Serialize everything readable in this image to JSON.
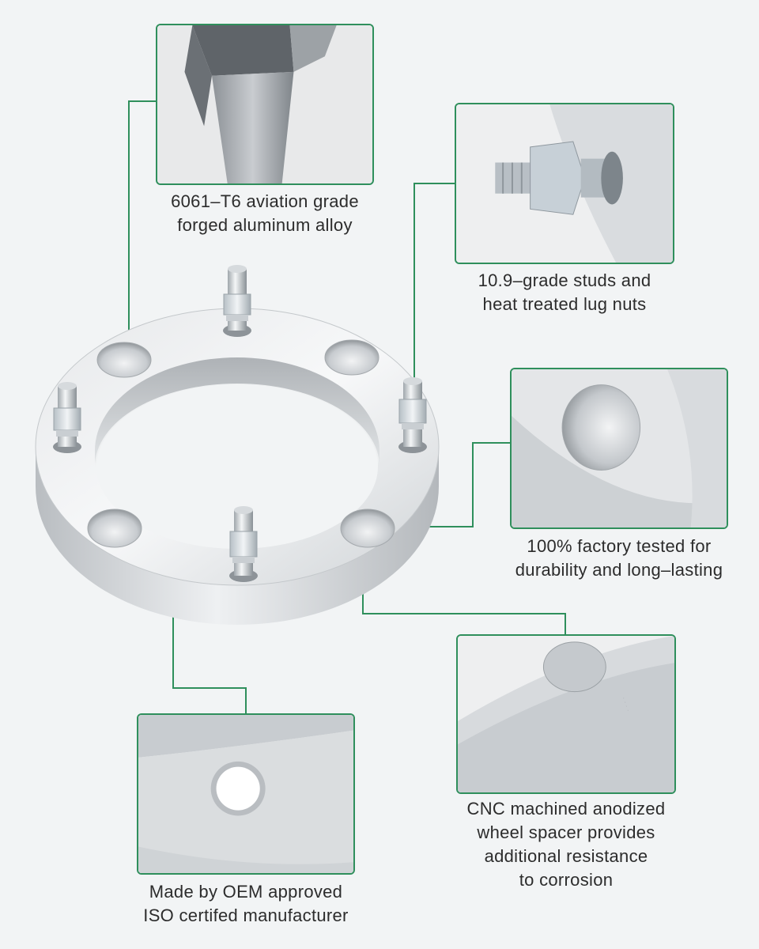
{
  "callouts": {
    "material": {
      "line1": "6061–T6 aviation grade",
      "line2": "forged aluminum alloy",
      "icon": "aluminum-block-closeup"
    },
    "studs": {
      "line1": "10.9–grade studs and",
      "line2": "heat treated lug nuts",
      "icon": "stud-and-lug-nut-closeup"
    },
    "tested": {
      "line1": "100% factory tested for",
      "line2": "durability and long–lasting",
      "icon": "bolt-hole-closeup"
    },
    "cnc": {
      "line1": "CNC machined anodized",
      "line2": "wheel spacer provides",
      "line3": "additional resistance",
      "line4": "to corrosion",
      "icon": "machined-edge-closeup"
    },
    "oem": {
      "line1": "Made by OEM approved",
      "line2": "ISO certifed manufacturer",
      "icon": "spacer-hole-closeup"
    }
  },
  "colors": {
    "accent": "#2f8f5c",
    "background": "#f2f4f5",
    "aluminum": "#d6d9dc",
    "text": "#2c2c2c"
  }
}
